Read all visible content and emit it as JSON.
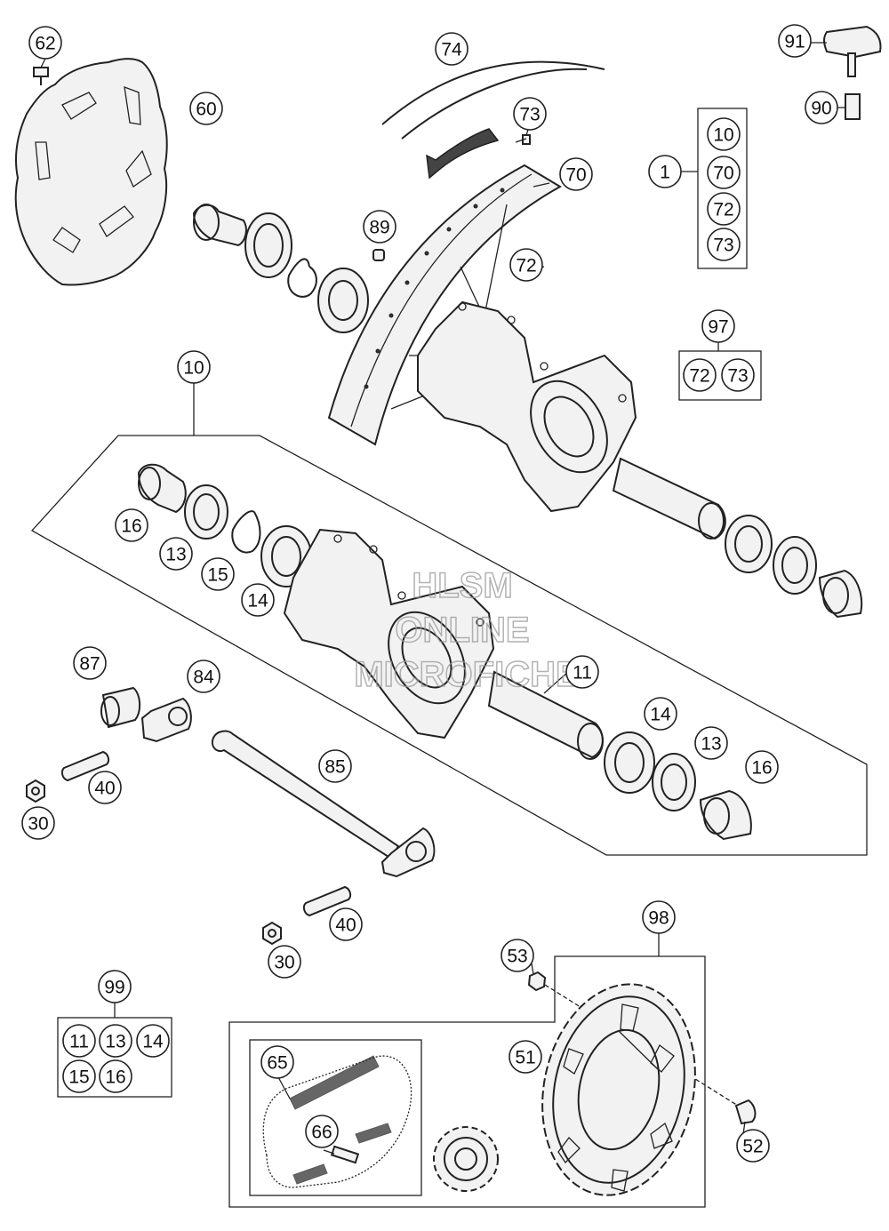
{
  "callouts": [
    {
      "id": "c62",
      "text": "62"
    },
    {
      "id": "c60",
      "text": "60"
    },
    {
      "id": "c74",
      "text": "74"
    },
    {
      "id": "c73a",
      "text": "73"
    },
    {
      "id": "c70a",
      "text": "70"
    },
    {
      "id": "c72a",
      "text": "72"
    },
    {
      "id": "c89",
      "text": "89"
    },
    {
      "id": "c91",
      "text": "91"
    },
    {
      "id": "c90",
      "text": "90"
    },
    {
      "id": "c1",
      "text": "1"
    },
    {
      "id": "c10a",
      "text": "10"
    },
    {
      "id": "c70b",
      "text": "70"
    },
    {
      "id": "c72b",
      "text": "72"
    },
    {
      "id": "c73b",
      "text": "73"
    },
    {
      "id": "c97",
      "text": "97"
    },
    {
      "id": "c72c",
      "text": "72"
    },
    {
      "id": "c73c",
      "text": "73"
    },
    {
      "id": "c10b",
      "text": "10"
    },
    {
      "id": "c16a",
      "text": "16"
    },
    {
      "id": "c13a",
      "text": "13"
    },
    {
      "id": "c15",
      "text": "15"
    },
    {
      "id": "c14a",
      "text": "14"
    },
    {
      "id": "c87",
      "text": "87"
    },
    {
      "id": "c84",
      "text": "84"
    },
    {
      "id": "c11",
      "text": "11"
    },
    {
      "id": "c14b",
      "text": "14"
    },
    {
      "id": "c13b",
      "text": "13"
    },
    {
      "id": "c16b",
      "text": "16"
    },
    {
      "id": "c85",
      "text": "85"
    },
    {
      "id": "c40a",
      "text": "40"
    },
    {
      "id": "c30a",
      "text": "30"
    },
    {
      "id": "c40b",
      "text": "40"
    },
    {
      "id": "c30b",
      "text": "30"
    },
    {
      "id": "c98",
      "text": "98"
    },
    {
      "id": "c53",
      "text": "53"
    },
    {
      "id": "c99",
      "text": "99"
    },
    {
      "id": "c51",
      "text": "51"
    },
    {
      "id": "c65",
      "text": "65"
    },
    {
      "id": "c66",
      "text": "66"
    },
    {
      "id": "c52",
      "text": "52"
    },
    {
      "id": "c11k",
      "text": "11"
    },
    {
      "id": "c13k",
      "text": "13"
    },
    {
      "id": "c14k",
      "text": "14"
    },
    {
      "id": "c15k",
      "text": "15"
    },
    {
      "id": "c16k",
      "text": "16"
    }
  ],
  "watermark": {
    "line1": "HLSM",
    "line2": "ONLINE",
    "line3": "MICROFICHE"
  }
}
